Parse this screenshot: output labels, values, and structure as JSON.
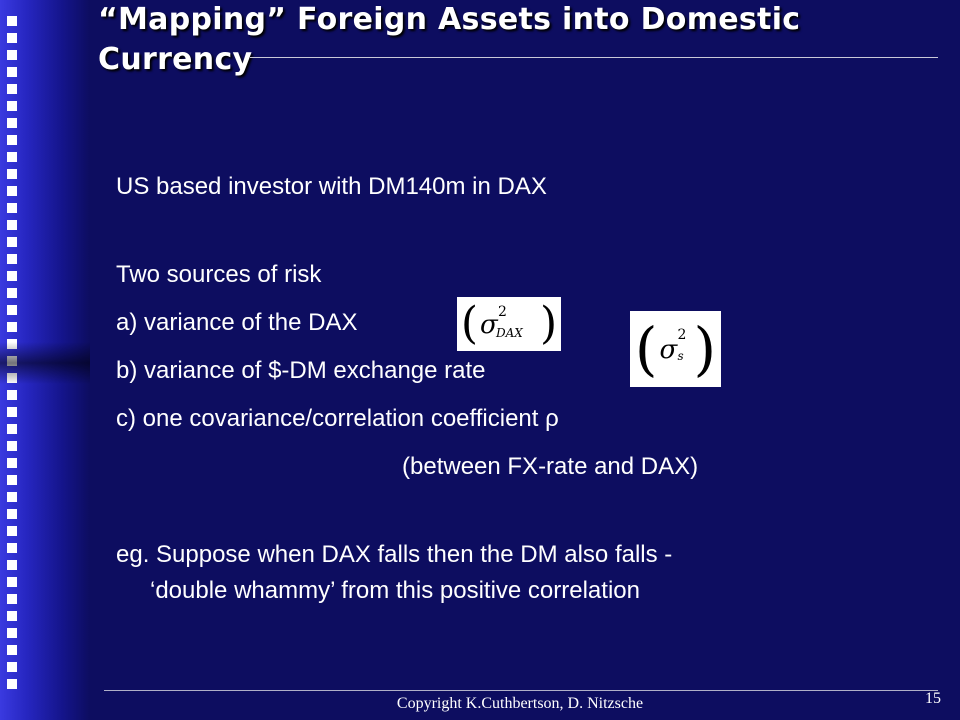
{
  "slide": {
    "title": "“Mapping” Foreign Assets into Domestic Currency",
    "lines": {
      "investor": "US based investor   with   DM140m in DAX",
      "sources": "Two sources of risk",
      "a": "a) variance of the DAX",
      "b": "b) variance of  $-DM exchange rate",
      "c": "c) one covariance/correlation coefficient ρ",
      "between": "(between FX-rate and DAX)",
      "eg1": "eg.  Suppose when DAX falls then the DM also falls -",
      "eg2": "‘double whammy’ from this positive correlation"
    },
    "formula_dax": {
      "symbol": "σ",
      "sup": "2",
      "sub": "DAX"
    },
    "formula_s": {
      "symbol": "σ",
      "sup": "2",
      "sub": "s"
    },
    "footer": "Copyright  K.Cuthbertson, D. Nitzsche",
    "page_number": "15"
  },
  "colors": {
    "background": "#0d0d60",
    "left_bar": "#2626c0",
    "text": "#ffffff"
  }
}
